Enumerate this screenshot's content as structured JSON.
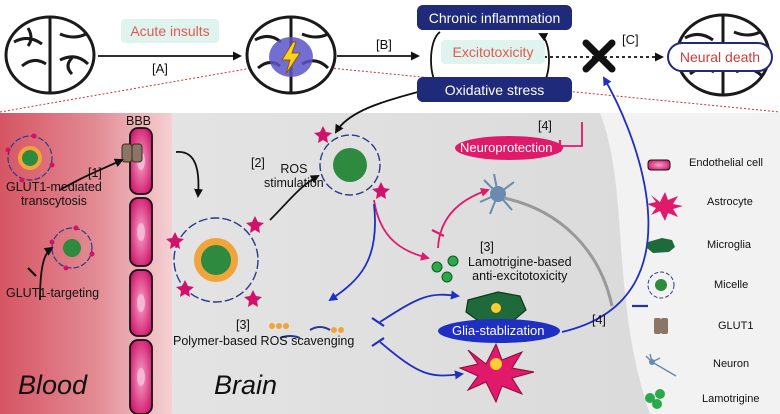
{
  "top": {
    "acute_insults": "Acute insults",
    "label_a": "[A]",
    "label_b": "[B]",
    "label_c": "[C]",
    "chronic_inflammation": "Chronic inflammation",
    "excitotoxicity": "Excitotoxicity",
    "oxidative_stress": "Oxidative stress",
    "neural_death": "Neural death"
  },
  "panel": {
    "bbb": "BBB",
    "step1": "[1]",
    "transcytosis": "GLUT1-mediated\ntranscytosis",
    "glut1_targeting": "GLUT1-targeting",
    "step2": "[2]",
    "ros_stimulation": "ROS\nstimulation",
    "step3_left": "[3]",
    "polymer_ros": "Polymer-based ROS scavenging",
    "step3_mid": "[3]",
    "lamotrigine_anti": "Lamotrigine-based\nanti-excitotoxicity",
    "neuroprotection": "Neuroprotection",
    "step4_top": "[4]",
    "step4_bottom": "[4]",
    "glia_stabilization": "Glia-stablization",
    "blood": "Blood",
    "brain": "Brain"
  },
  "legend": [
    {
      "label": "Endothelial cell",
      "icon": "endothelial-cell-icon"
    },
    {
      "label": "Astrocyte",
      "icon": "astrocyte-icon"
    },
    {
      "label": "Microglia",
      "icon": "microglia-icon"
    },
    {
      "label": "Micelle",
      "icon": "micelle-icon"
    },
    {
      "label": "GLUT1",
      "icon": "glut1-icon"
    },
    {
      "label": "Neuron",
      "icon": "neuron-icon"
    },
    {
      "label": "Lamotrigine",
      "icon": "lamotrigine-icon"
    }
  ],
  "colors": {
    "navy": "#1f2a7a",
    "magenta": "#e0196b",
    "blue_arrow": "#1f2fc4",
    "mint": "#dff3ef",
    "blood": "#d9606d"
  }
}
